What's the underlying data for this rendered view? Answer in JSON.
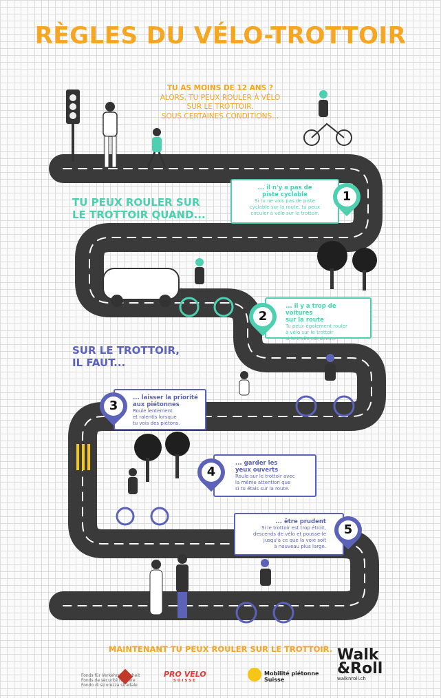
{
  "title": "RÈGLES DU VÉLO-TROTTOIR",
  "intro": {
    "line1": "TU AS MOINS DE 12 ANS ?",
    "line2": "ALORS, TU PEUX ROULER À VÉLO",
    "line3": "SUR LE TROTTOIR.",
    "line4": "SOUS CERTAINES CONDITIONS..."
  },
  "section1": {
    "line1": "TU PEUX ROULER SUR",
    "line2": "LE TROTTOIR QUAND..."
  },
  "section2": {
    "line1": "SUR LE TROTTOIR,",
    "line2": "IL FAUT..."
  },
  "rules": [
    {
      "num": "1",
      "title1": "... il n'y a pas de",
      "title2": "piste cyclable",
      "body1": "Si tu ne vois pas de piste",
      "body2": "cyclable sur la route, tu peux",
      "body3": "circuler à vélo sur le trottoir."
    },
    {
      "num": "2",
      "title1": "... il y a trop de voitures",
      "title2": "sur la route",
      "body1": "Tu peux également rouler",
      "body2": "à vélo sur le trottoir",
      "body3": "si le trafic est dense."
    },
    {
      "num": "3",
      "title1": "... laisser la priorité",
      "title2": "aux piétonnes",
      "body1": "Roule lentement",
      "body2": "et ralentis lorsque",
      "body3": "tu vois des piétons."
    },
    {
      "num": "4",
      "title1": "... garder les",
      "title2": "yeux ouverts",
      "body1": "Roule sur le trottoir avec",
      "body2": "la même attention que",
      "body3": "si tu étais sur la route."
    },
    {
      "num": "5",
      "title1": "... être prudent",
      "title2": "",
      "body1": "Si le trottoir est trop étroit,",
      "body2": "descends de vélo et pousse-le",
      "body3": "jusqu'à ce que la voie soit",
      "body4": "à nouveau plus large."
    }
  ],
  "footer": {
    "message": "MAINTENANT TU PEUX ROULER SUR LE TROTTOIR.",
    "fund1": "Fonds für Verkehrssicherheit",
    "fund2": "Fonds de sécurité routière",
    "fund3": "Fondo di sicurezza stradale",
    "provelo": "PRO VELO",
    "provelo_sub": "SUISSE",
    "mobilite1": "Mobilité piétonne",
    "mobilite2": "Suisse",
    "walk": "Walk",
    "roll": "&Roll",
    "url": "walknroll.ch"
  },
  "colors": {
    "orange": "#f5a623",
    "teal": "#4ecfb0",
    "blue": "#5b62b8",
    "road": "#3a3a3a"
  }
}
